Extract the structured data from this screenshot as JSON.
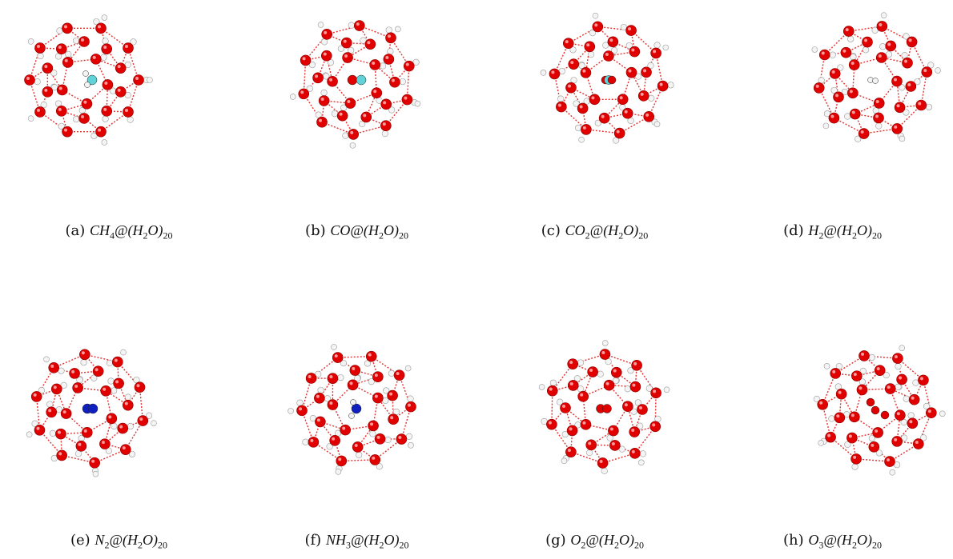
{
  "panels": [
    {
      "tag": "(a)",
      "guest": "CH",
      "guest_sub": "4",
      "guest_color": "#5fd3d8",
      "guest_shape": "ch4"
    },
    {
      "tag": "(b)",
      "guest": "CO",
      "guest_sub": "",
      "guest_color": "#5fd3d8",
      "guest_shape": "co"
    },
    {
      "tag": "(c)",
      "guest": "CO",
      "guest_sub": "2",
      "guest_color": "#5fd3d8",
      "guest_shape": "co2"
    },
    {
      "tag": "(d)",
      "guest": "H",
      "guest_sub": "2",
      "guest_color": "#dddddd",
      "guest_shape": "h2"
    },
    {
      "tag": "(e)",
      "guest": "N",
      "guest_sub": "2",
      "guest_color": "#1020c0",
      "guest_shape": "n2"
    },
    {
      "tag": "(f)",
      "guest": "NH",
      "guest_sub": "3",
      "guest_color": "#1020c0",
      "guest_shape": "nh3"
    },
    {
      "tag": "(g)",
      "guest": "O",
      "guest_sub": "2",
      "guest_color": "#e00000",
      "guest_shape": "o2"
    },
    {
      "tag": "(h)",
      "guest": "O",
      "guest_sub": "3",
      "guest_color": "#e00000",
      "guest_shape": "o3"
    }
  ],
  "host": {
    "prefix": "@(",
    "atom": "H",
    "atom_sub": "2",
    "atom2": "O",
    "close": ")",
    "count": "20"
  },
  "colors": {
    "oxygen": "#e00000",
    "hydrogen": "#f4f4f4",
    "hbond": "#e53030"
  }
}
